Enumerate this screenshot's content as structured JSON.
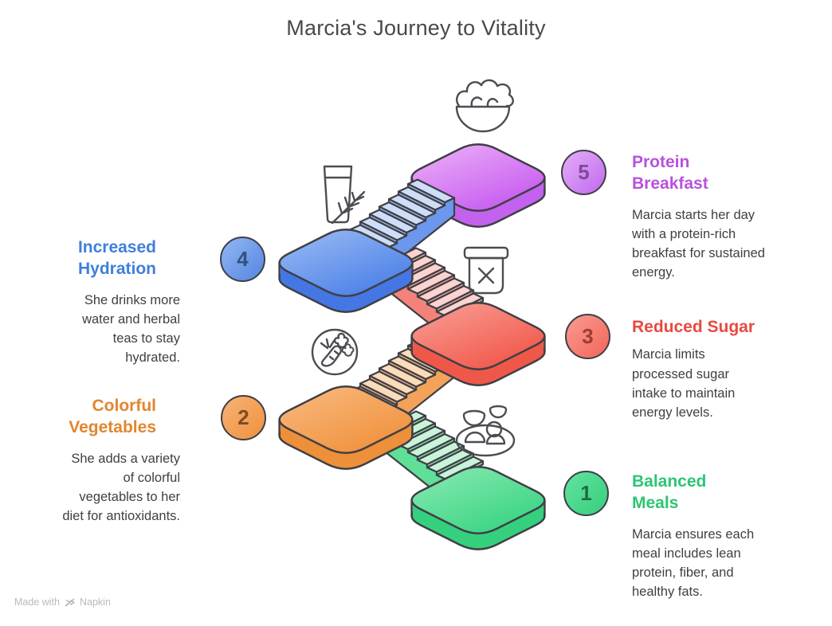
{
  "title": "Marcia's Journey to Vitality",
  "steps": {
    "s1": {
      "number": "1",
      "title": "Balanced Meals",
      "description": "Marcia ensures each meal includes lean protein, fiber, and healthy fats.",
      "accent": "#2dc573"
    },
    "s2": {
      "number": "2",
      "title": "Colorful Vegetables",
      "description": "She adds a variety of colorful vegetables to her diet for antioxidants.",
      "accent": "#e0862f"
    },
    "s3": {
      "number": "3",
      "title": "Reduced Sugar",
      "description": "Marcia limits processed sugar intake to maintain energy levels.",
      "accent": "#e8493f"
    },
    "s4": {
      "number": "4",
      "title": "Increased Hydration",
      "description": "She drinks more water and herbal teas to stay hydrated.",
      "accent": "#3f7fdd"
    },
    "s5": {
      "number": "5",
      "title": "Protein Breakfast",
      "description": "Marcia starts her day with a protein-rich breakfast for sustained energy.",
      "accent": "#b950e0"
    }
  },
  "icons": {
    "top": "salad-bowl-icon",
    "hydration": "water-glass-icon",
    "sugar": "no-sugar-box-icon",
    "vegetables": "vegetables-icon",
    "meals": "balanced-meal-icon"
  },
  "palette": {
    "outline": "#3f3f46",
    "icon_stroke": "#4c4c52",
    "stairs": {
      "blue": {
        "stringer": "#6b98ec",
        "tread": "#cfdef8",
        "riser": "#9cbbf1"
      },
      "red": {
        "stringer": "#f3837a",
        "tread": "#fbd4cf",
        "riser": "#f7a69d"
      },
      "orange": {
        "stringer": "#f3a259",
        "tread": "#fbdcba",
        "riser": "#f7b97f"
      },
      "green": {
        "stringer": "#5fdf98",
        "tread": "#c9f4da",
        "riser": "#8ae8b1"
      }
    }
  },
  "footer": {
    "made_with": "Made with",
    "brand": "Napkin"
  }
}
